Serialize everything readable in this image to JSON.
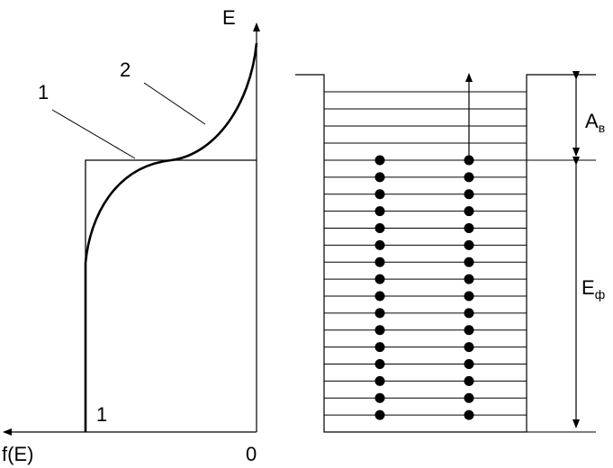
{
  "diagram": {
    "left_plot": {
      "x_axis_label": "f(E)",
      "y_axis_label": "E",
      "origin_label": "0",
      "curve_label_1_top": "1",
      "curve_label_2": "2",
      "curve_label_1_bottom": "1"
    },
    "right_plot": {
      "upper_gap_label": "A",
      "upper_gap_subscript": "в",
      "lower_gap_label": "E",
      "lower_gap_subscript": "ф",
      "occupied_levels": 16,
      "empty_levels_above": 4,
      "electron_columns": 2
    }
  }
}
